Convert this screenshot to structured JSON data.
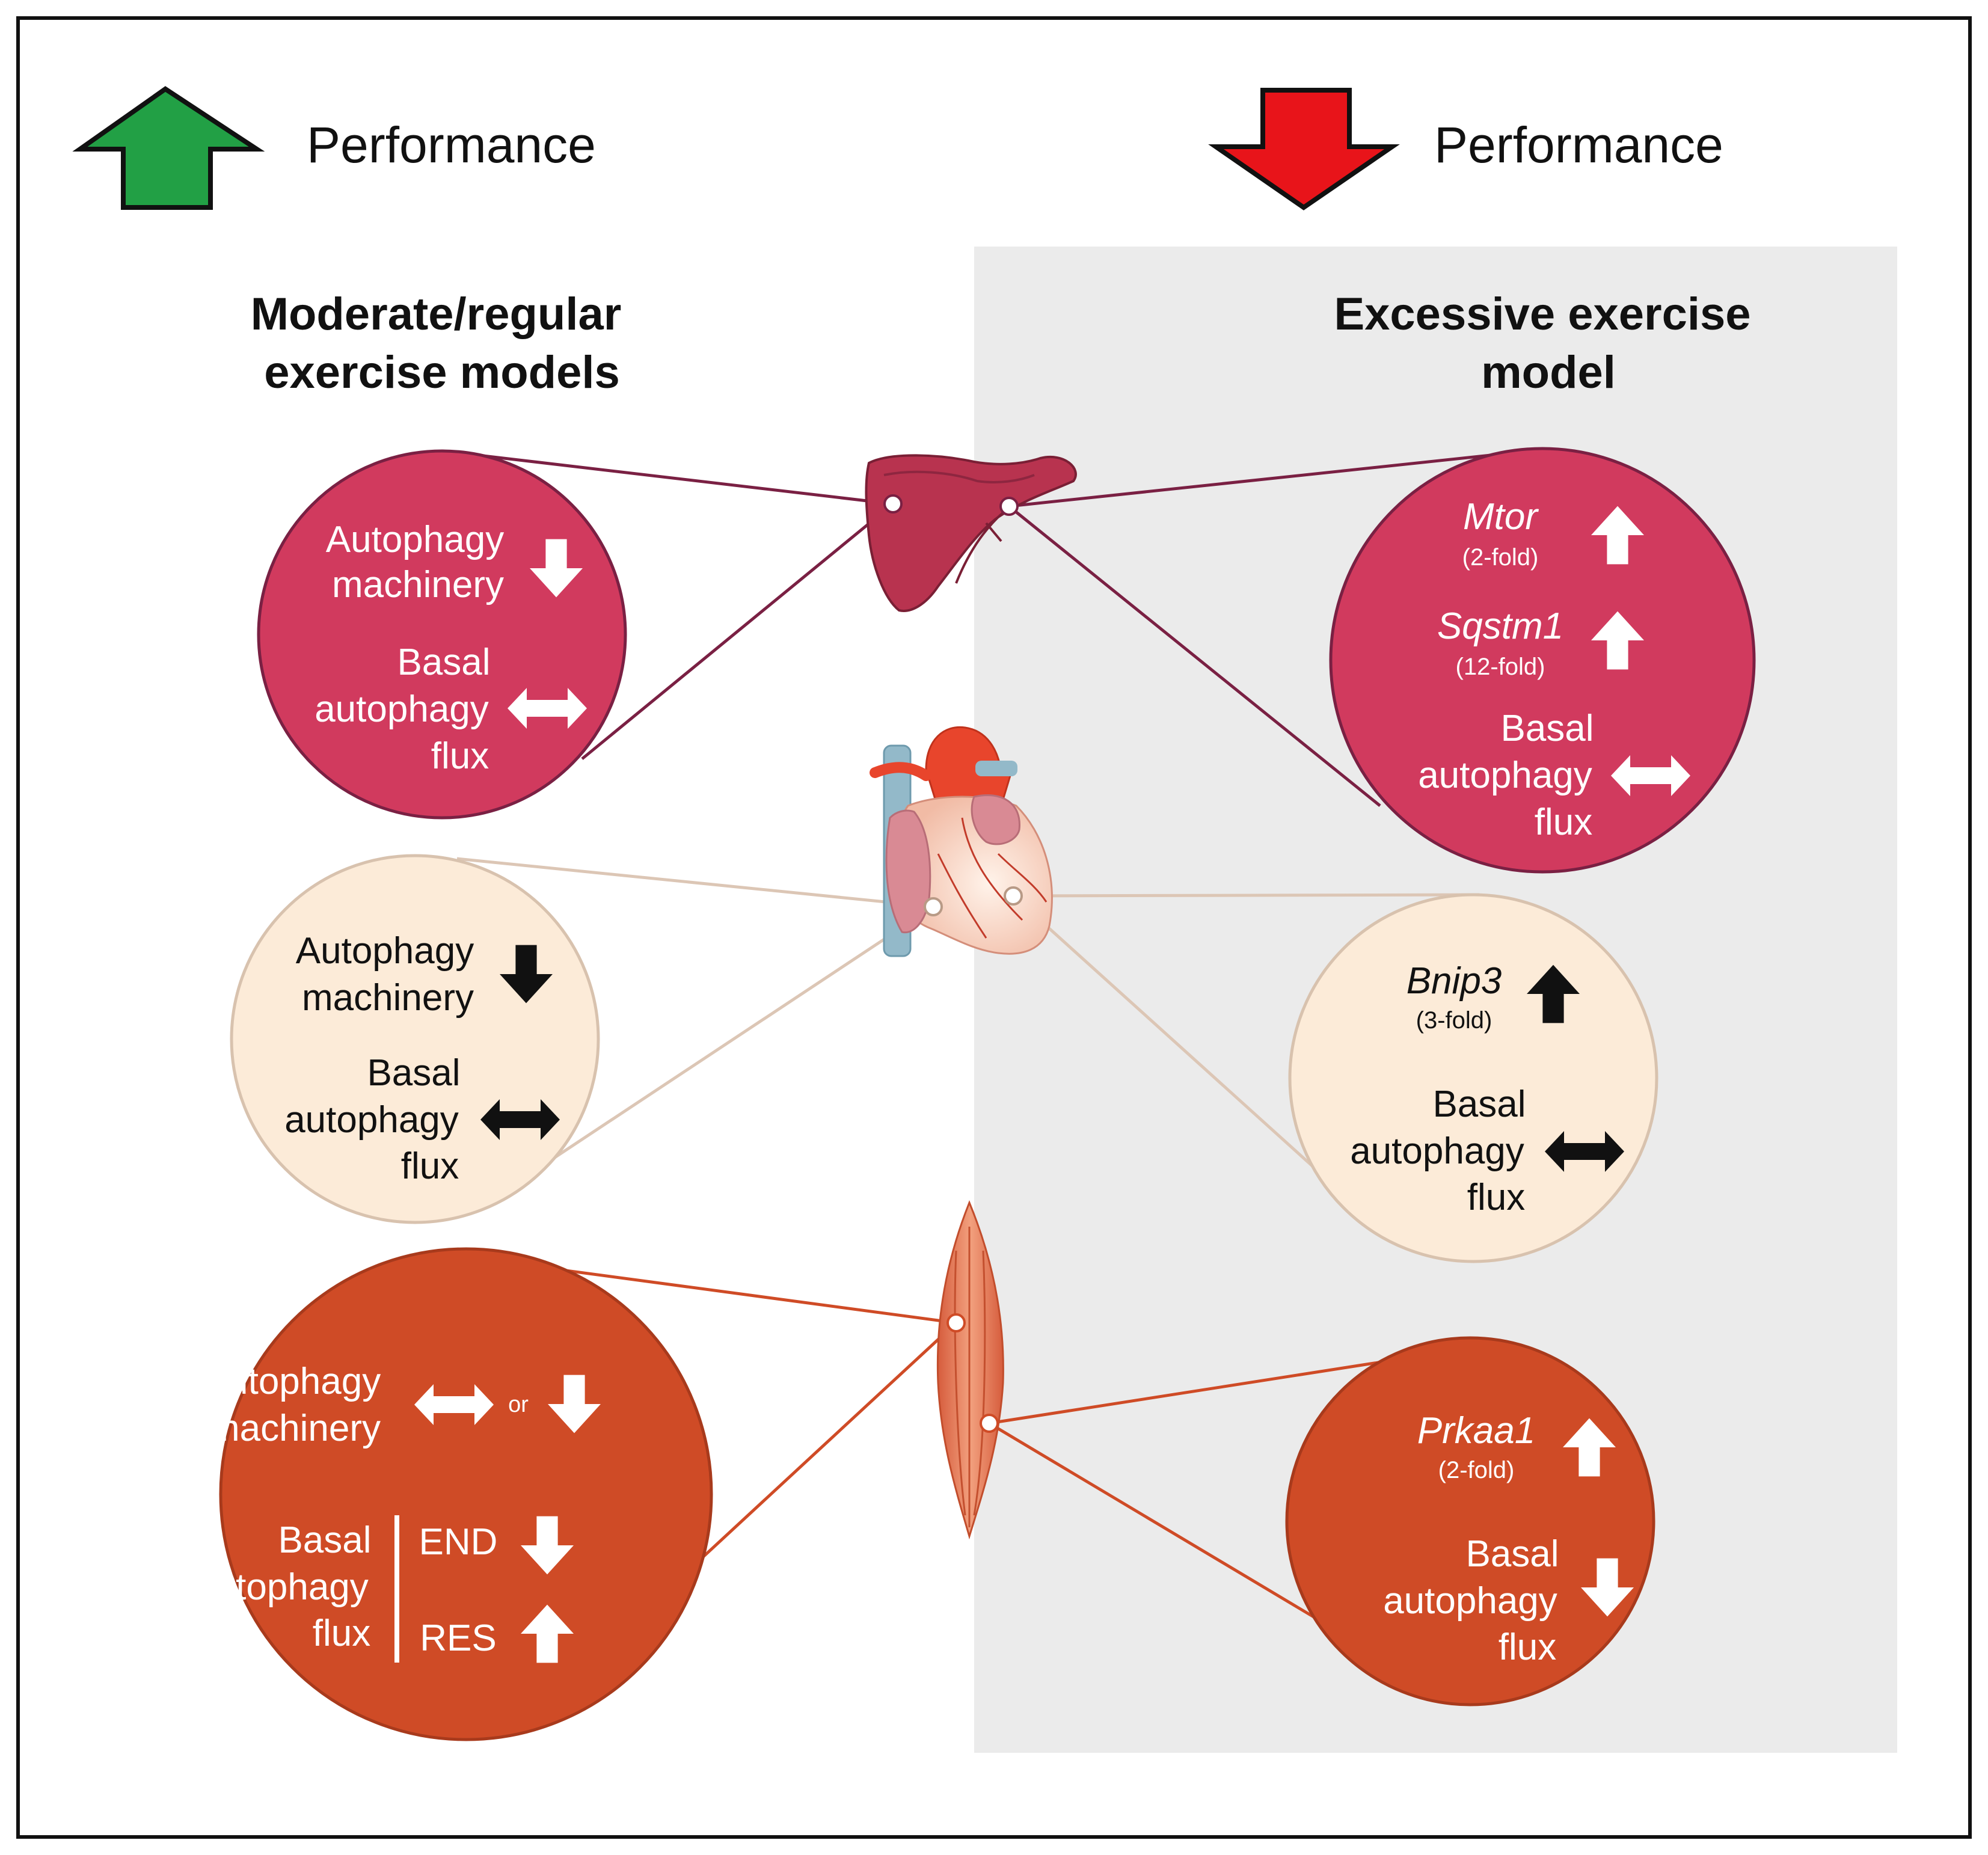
{
  "header": {
    "left_label": "Performance",
    "right_label": "Performance",
    "up_arrow_color": "#22a045",
    "down_arrow_color": "#e8141a"
  },
  "columns": {
    "left_title": [
      "Moderate/regular",
      "exercise models"
    ],
    "right_title": [
      "Excessive exercise",
      "model"
    ]
  },
  "colors": {
    "liver": "#d13a5e",
    "heart": "#fcebd8",
    "muscle": "#cf4b26",
    "panel": "#ebebeb"
  },
  "liver": {
    "left": {
      "machinery": [
        "Autophagy",
        "machinery"
      ],
      "flux": [
        "Basal",
        "autophagy",
        "flux"
      ]
    },
    "right": {
      "gene1": "Mtor",
      "gene1_fold": "(2-fold)",
      "gene2": "Sqstm1",
      "gene2_fold": "(12-fold)",
      "flux": [
        "Basal",
        "autophagy",
        "flux"
      ]
    }
  },
  "heart": {
    "left": {
      "machinery": [
        "Autophagy",
        "machinery"
      ],
      "flux": [
        "Basal",
        "autophagy",
        "flux"
      ]
    },
    "right": {
      "gene": "Bnip3",
      "gene_fold": "(3-fold)",
      "flux": [
        "Basal",
        "autophagy",
        "flux"
      ]
    }
  },
  "muscle": {
    "left": {
      "machinery": [
        "Autophagy",
        "machinery"
      ],
      "or": "or",
      "flux": [
        "Basal",
        "autophagy",
        "flux"
      ],
      "end": "END",
      "res": "RES"
    },
    "right": {
      "gene": "Prkaa1",
      "gene_fold": "(2-fold)",
      "flux": [
        "Basal",
        "autophagy",
        "flux"
      ]
    }
  }
}
